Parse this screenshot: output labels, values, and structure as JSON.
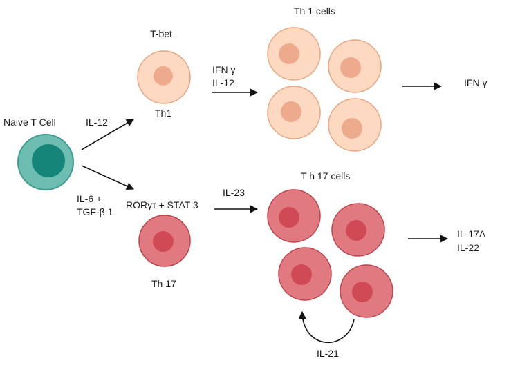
{
  "diagram": {
    "naive_label": "Naive T Cell",
    "edge_il12": "IL-12",
    "edge_il6": "IL-6 +",
    "edge_tgf": "TGF-β 1",
    "th1": {
      "factor": "T-bet",
      "name": "Th1",
      "cytokine_line1": "IFN γ",
      "cytokine_line2": "IL-12",
      "group_title": "Th 1 cells",
      "output": "IFN γ"
    },
    "th17": {
      "factor": "RORγτ + STAT 3",
      "name": "Th 17",
      "cytokine": "IL-23",
      "group_title": "T h 17 cells",
      "output_line1": "IL-17A",
      "output_line2": "IL-22",
      "loop_label": "IL-21"
    },
    "colors": {
      "naive_body": "#6dbdb0",
      "naive_edge": "#3f9c8e",
      "naive_nucleus": "#15857a",
      "th1_body": "#fcd9c0",
      "th1_edge": "#e9a37c",
      "th1_nucleus": "#eeaa8c",
      "th17_body": "#e07a80",
      "th17_edge": "#bd4048",
      "th17_nucleus": "#cf4a55",
      "arrow": "#111111"
    }
  }
}
